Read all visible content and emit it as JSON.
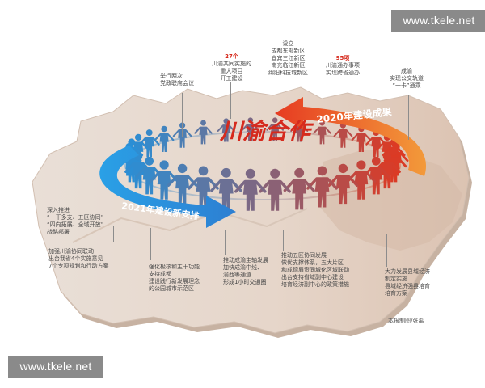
{
  "title": "川渝合作",
  "arrow_2020": "2020年建设成果",
  "arrow_2021": "2021年建设新安排",
  "watermarks": {
    "top": "www.tkele.net",
    "bottom": "www.tkele.net"
  },
  "credit": "本报制图/张禹",
  "colors": {
    "red": "#d8311f",
    "orange": "#f08a2c",
    "blue": "#2f8fd8",
    "map": "#e7d8cc",
    "map_dark": "#c9b4a4"
  },
  "annotations_2020": [
    {
      "lines": [
        "举行两次",
        "党政联席会议"
      ]
    },
    {
      "lines": [
        "27个",
        "川渝共同实施的",
        "重大项目",
        "开工建设"
      ]
    },
    {
      "lines": [
        "设立",
        "成都东部新区",
        "宜宾三江新区",
        "南充临江新区",
        "绵阳科技城新区"
      ]
    },
    {
      "lines": [
        "95项",
        "川渝通办事项",
        "实现跨省通办"
      ]
    },
    {
      "lines": [
        "成渝",
        "实现公交轨道",
        "“一卡”通乘"
      ]
    }
  ],
  "annotations_2021": [
    {
      "lines": [
        "深入推进",
        "“一干多支、五区协同”",
        "“四向拓展、全域开放”",
        "战略部署"
      ]
    },
    {
      "lines": [
        "加强川渝协同联动",
        "出台我省4个实施意见",
        "7个专项规划和行动方案"
      ]
    },
    {
      "lines": [
        "强化极核和主干功能",
        "支持成都",
        "建设践行新发展理念",
        "的公园城市示范区"
      ]
    },
    {
      "lines": [
        "推动成渝主轴发展",
        "加快成渝中线、",
        "渝西等通道",
        "形成1小时交通圈"
      ]
    },
    {
      "lines": [
        "推动五区协同发展",
        "做优支撑体系，五大片区",
        "和成德眉资同城化区域联动",
        "出台支持省域副中心建设",
        "培育经济副中心的政策措施"
      ]
    },
    {
      "lines": [
        "大力发展县域经济",
        "制定实施",
        "县域经济强县培育",
        "培育方案"
      ]
    }
  ]
}
